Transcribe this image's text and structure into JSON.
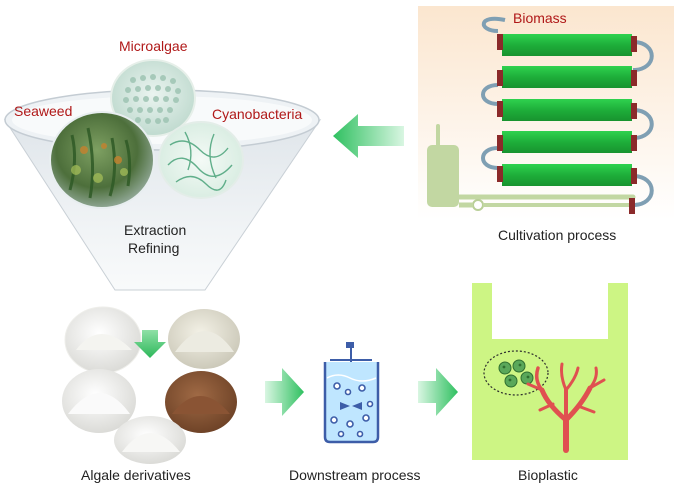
{
  "labels": {
    "microalgae": "Microalgae",
    "seaweed": "Seaweed",
    "cyanobacteria": "Cyanobacteria",
    "extraction": "Extraction",
    "refining": "Refining",
    "biomass": "Biomass",
    "cultivation": "Cultivation process",
    "derivatives": "Algale derivatives",
    "downstream": "Downstream process",
    "bioplastic": "Bioplastic"
  },
  "colors": {
    "label_red": "#b01818",
    "tube_green": "#1fae3c",
    "connector_brown": "#8b2a2a",
    "loop_blue": "#7f9fb3",
    "arrow_green": "#3cc46a",
    "bag_green": "#cdf584",
    "coral_red": "#e05050",
    "cell_green": "#5aa85a",
    "reactor_blue": "#3d5da8",
    "reactor_liquid": "#bfe6ff",
    "funnel_gray": "#cfd6dc",
    "pipe_green": "#c2d7a2"
  },
  "icons": [
    "funnel",
    "microalgae-cells",
    "seaweed",
    "cyanobacteria-filaments",
    "photobioreactor",
    "powder-pile",
    "bioreactor",
    "algae-cells",
    "coral-seaweed",
    "bag"
  ]
}
